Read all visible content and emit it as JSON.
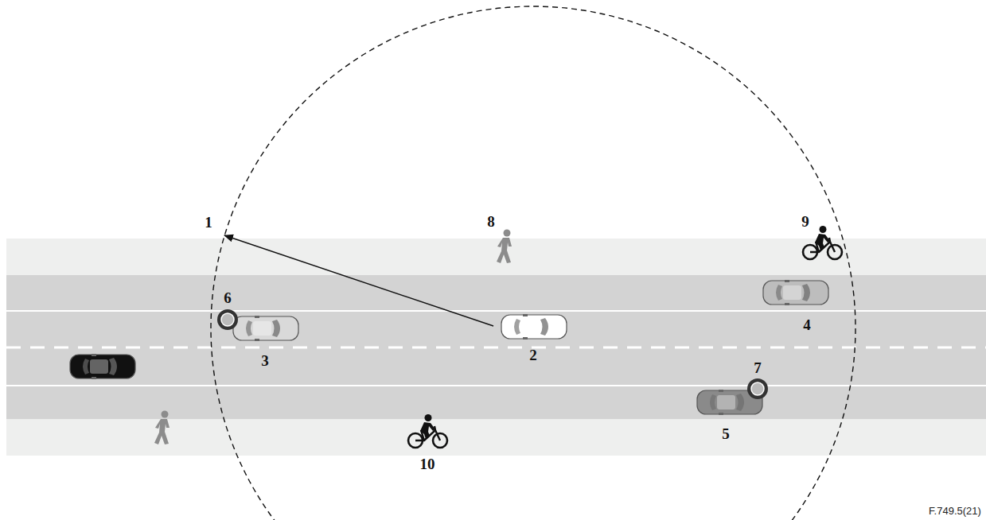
{
  "diagram": {
    "labels": [
      "1",
      "2",
      "3",
      "4",
      "5",
      "6",
      "7",
      "8",
      "9",
      "10",
      "F.749.5(21)"
    ]
  }
}
